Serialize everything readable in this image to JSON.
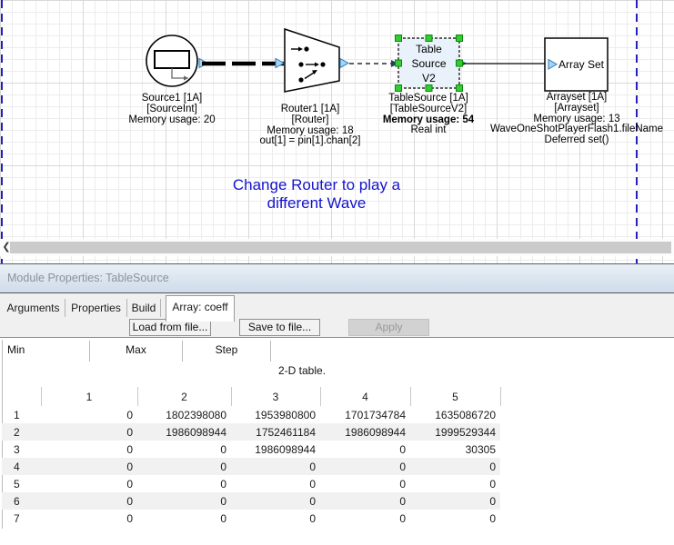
{
  "canvas": {
    "annotation": {
      "line1": "Change Router to play a",
      "line2": "different Wave"
    },
    "blocks": {
      "source": {
        "labels": [
          "Source1 [1A]",
          "[SourceInt]",
          "Memory usage: 20"
        ]
      },
      "router": {
        "labels": [
          "Router1 [1A]",
          "[Router]",
          "Memory usage: 18",
          "out[1] = pin[1].chan[2]"
        ]
      },
      "tablesource": {
        "body": [
          "Table",
          "Source",
          "V2"
        ],
        "labels": [
          "TableSource [1A]",
          "[TableSourceV2]",
          "Memory usage: 54",
          "Real int"
        ]
      },
      "arrayset": {
        "body": "Array Set",
        "labels": [
          "Arrayset [1A]",
          "[Arrayset]",
          "Memory usage: 13",
          "WaveOneShotPlayerFlash1.fileName",
          "Deferred set()"
        ]
      }
    },
    "colors": {
      "annotation_blue": "#1414cc",
      "page_boundary_blue": "#2222bb",
      "selection_handle_green": "#33cc33",
      "pin_fill_blue": "#a5d5f0",
      "pin_border_blue": "#2e7cb8",
      "tablesource_fill": "#e9f1fa"
    }
  },
  "scrollbar": {
    "chevron": "❮"
  },
  "panel": {
    "title": "Module Properties: TableSource",
    "tabs": [
      {
        "label": "Arguments"
      },
      {
        "label": "Properties"
      },
      {
        "label": "Build"
      },
      {
        "label": "Array: coeff",
        "active": true
      }
    ],
    "buttons": [
      {
        "label": "Load from file..."
      },
      {
        "label": "Save to file..."
      },
      {
        "label": "Apply",
        "disabled": true
      }
    ],
    "fields": [
      "Min",
      "Max",
      "Step"
    ],
    "table_caption": "2-D table.",
    "table": {
      "col_headers": [
        "1",
        "2",
        "3",
        "4",
        "5"
      ],
      "rows": [
        {
          "label": "1",
          "values": [
            "0",
            "1802398080",
            "1953980800",
            "1701734784",
            "1635086720"
          ]
        },
        {
          "label": "2",
          "values": [
            "0",
            "1986098944",
            "1752461184",
            "1986098944",
            "1999529344"
          ]
        },
        {
          "label": "3",
          "values": [
            "0",
            "0",
            "1986098944",
            "0",
            "30305"
          ]
        },
        {
          "label": "4",
          "values": [
            "0",
            "0",
            "0",
            "0",
            "0"
          ]
        },
        {
          "label": "5",
          "values": [
            "0",
            "0",
            "0",
            "0",
            "0"
          ]
        },
        {
          "label": "6",
          "values": [
            "0",
            "0",
            "0",
            "0",
            "0"
          ]
        },
        {
          "label": "7",
          "values": [
            "0",
            "0",
            "0",
            "0",
            "0"
          ]
        }
      ]
    }
  }
}
